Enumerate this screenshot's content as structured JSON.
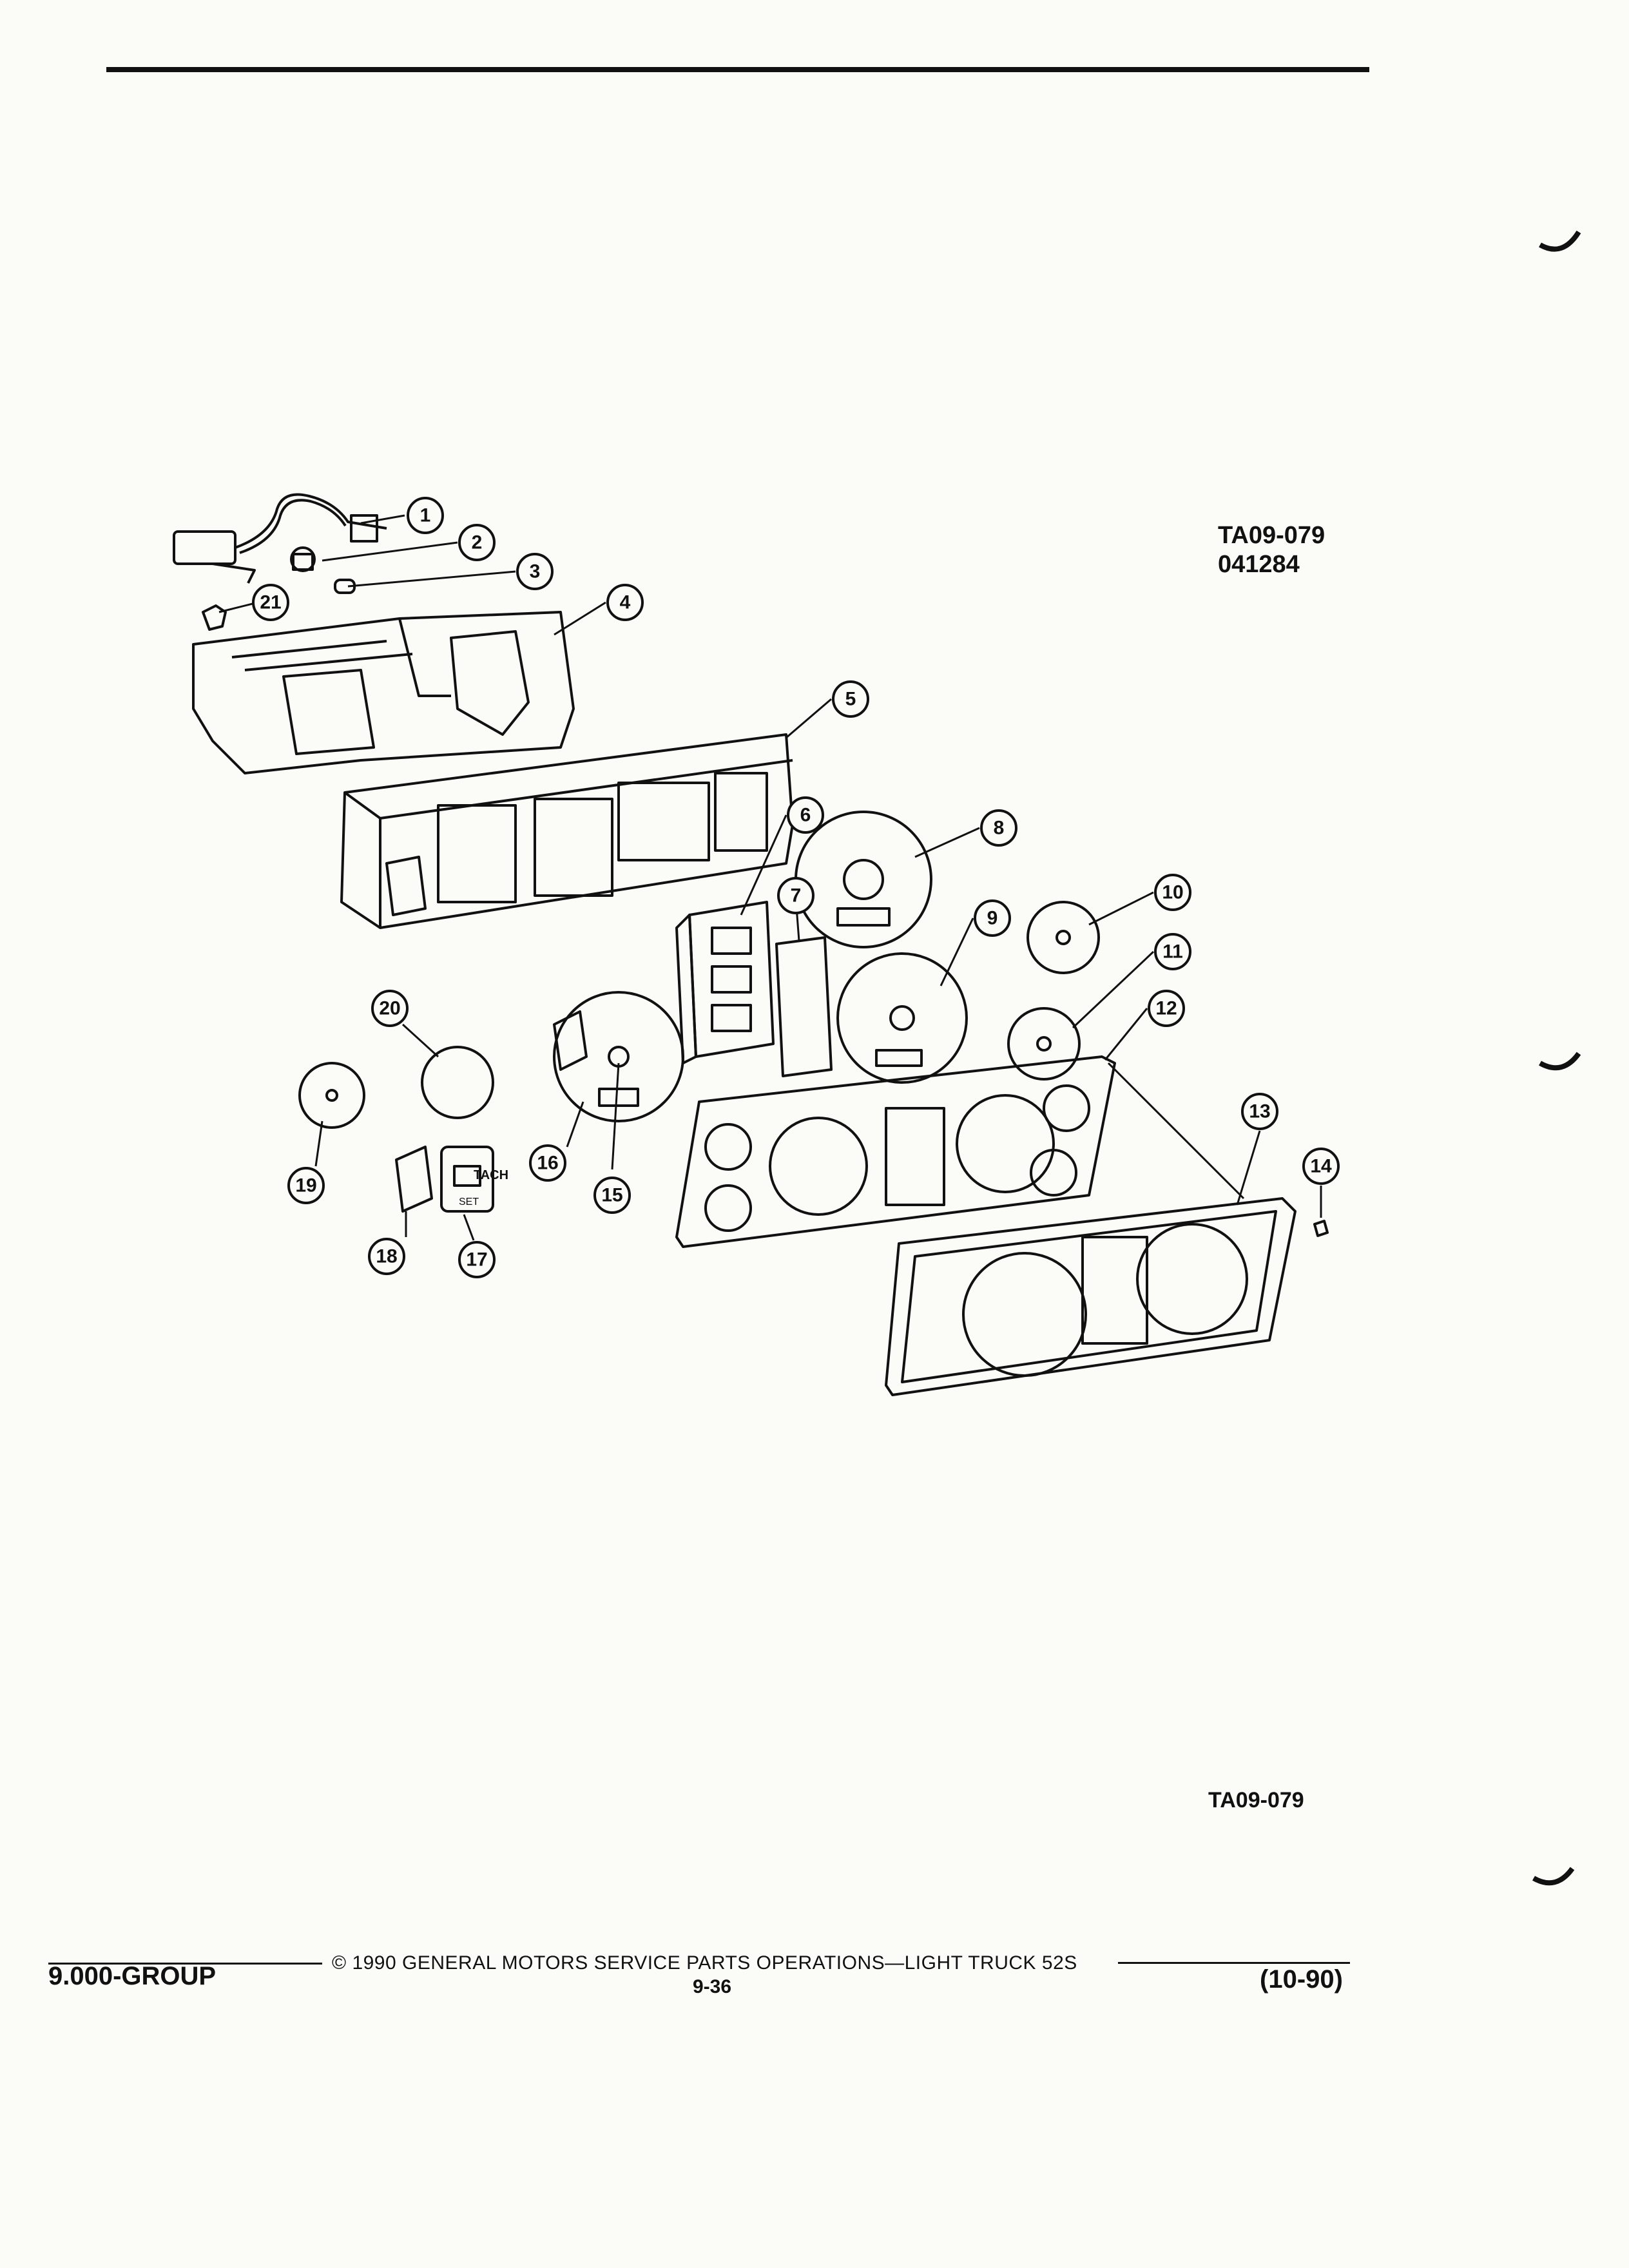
{
  "figure": {
    "code_top": "TA09-079",
    "date_code": "041284",
    "code_bottom": "TA09-079",
    "callouts": [
      "1",
      "2",
      "3",
      "4",
      "5",
      "6",
      "7",
      "8",
      "9",
      "10",
      "11",
      "12",
      "13",
      "14",
      "15",
      "16",
      "17",
      "18",
      "19",
      "20",
      "21"
    ]
  },
  "footer": {
    "group": "9.000-GROUP",
    "copyright": "© 1990 GENERAL MOTORS SERVICE PARTS OPERATIONS—LIGHT TRUCK 52S",
    "page": "9-36",
    "revision": "(10-90)"
  },
  "gauge_text": {
    "tach_label": "TACH",
    "small_label": "SET"
  },
  "colors": {
    "ink": "#111111",
    "paper": "#fbfbf8"
  }
}
